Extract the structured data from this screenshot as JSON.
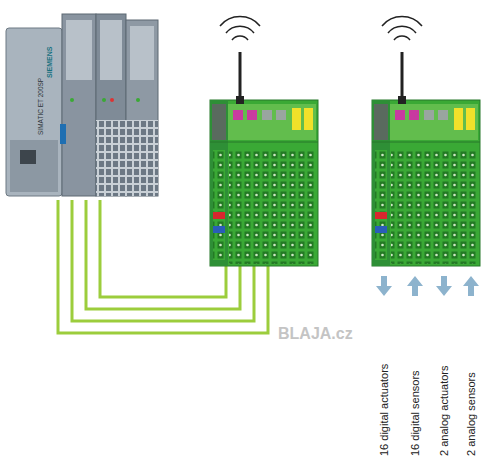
{
  "diagram": {
    "labels": [
      "SIEMENS",
      "SIMATIC ET 200SP",
      "BLAJA.cz",
      "16 digital actuators",
      "16 digital sensors",
      "2 analog actuators",
      "2 analog sensors"
    ]
  }
}
